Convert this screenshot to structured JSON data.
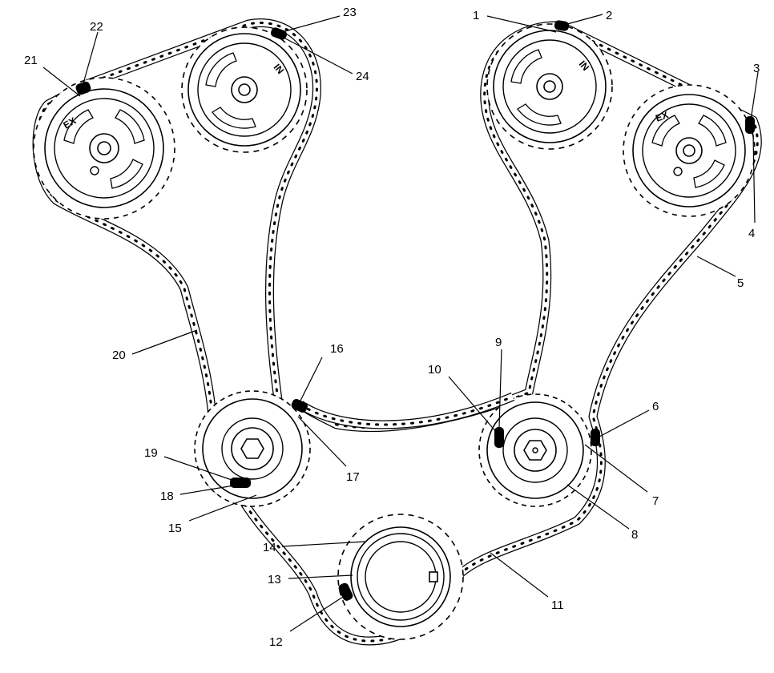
{
  "callouts": [
    {
      "id": "c1",
      "text": "1"
    },
    {
      "id": "c2",
      "text": "2"
    },
    {
      "id": "c3",
      "text": "3"
    },
    {
      "id": "c4",
      "text": "4"
    },
    {
      "id": "c5",
      "text": "5"
    },
    {
      "id": "c6",
      "text": "6"
    },
    {
      "id": "c7",
      "text": "7"
    },
    {
      "id": "c8",
      "text": "8"
    },
    {
      "id": "c9",
      "text": "9"
    },
    {
      "id": "c10",
      "text": "10"
    },
    {
      "id": "c11",
      "text": "11"
    },
    {
      "id": "c12",
      "text": "12"
    },
    {
      "id": "c13",
      "text": "13"
    },
    {
      "id": "c14",
      "text": "14"
    },
    {
      "id": "c15",
      "text": "15"
    },
    {
      "id": "c16",
      "text": "16"
    },
    {
      "id": "c17",
      "text": "17"
    },
    {
      "id": "c18",
      "text": "18"
    },
    {
      "id": "c19",
      "text": "19"
    },
    {
      "id": "c20",
      "text": "20"
    },
    {
      "id": "c21",
      "text": "21"
    },
    {
      "id": "c22",
      "text": "22"
    },
    {
      "id": "c23",
      "text": "23"
    },
    {
      "id": "c24",
      "text": "24"
    }
  ],
  "gear_marks": {
    "left_exhaust": "EX",
    "left_intake": "IN",
    "right_intake": "IN",
    "right_exhaust": "EX"
  },
  "colors": {
    "ink": "#000000",
    "paper": "#ffffff"
  }
}
